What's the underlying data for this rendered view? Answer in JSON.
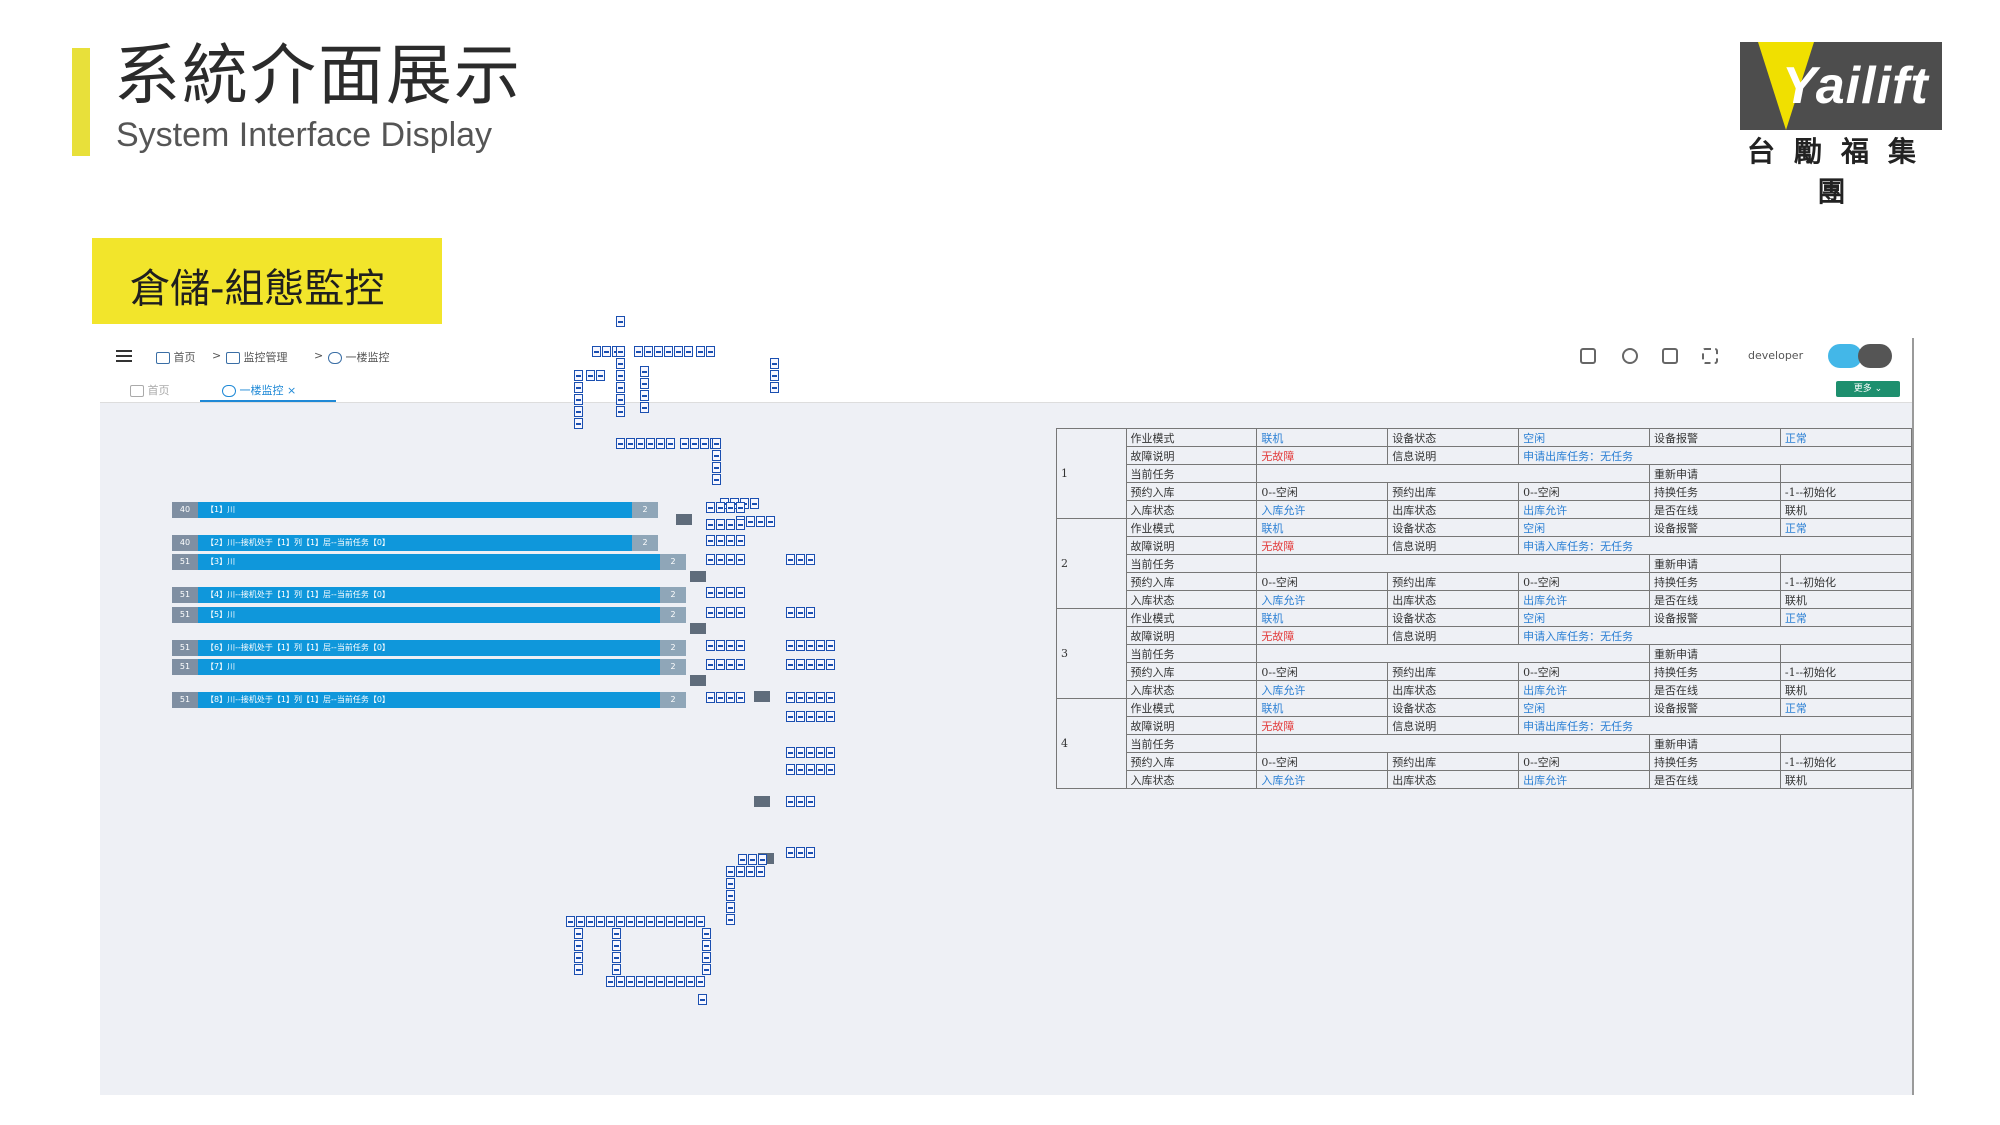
{
  "slide": {
    "title": "系統介面展示",
    "subtitle": "System Interface Display",
    "section_tag": "倉儲-組態監控",
    "logo_text": "Yailift",
    "logo_cn": "台勵福集團"
  },
  "app": {
    "breadcrumb": [
      "首页",
      "监控管理",
      "一楼监控"
    ],
    "tabs": [
      {
        "label": "首页",
        "active": false
      },
      {
        "label": "一楼监控",
        "active": true,
        "close": "×"
      }
    ],
    "user": "developer",
    "more_label": "更多 ⌄"
  },
  "monitor_bars": [
    {
      "num": "40",
      "text": "【1】川",
      "end": "2"
    },
    {
      "num": "40",
      "text": "【2】川--接机处于【1】列【1】层--当前任务【0】",
      "end": "2"
    },
    {
      "num": "51",
      "text": "【3】川",
      "end": "2"
    },
    {
      "num": "51",
      "text": "【4】川--接机处于【1】列【1】层--当前任务【0】",
      "end": "2"
    },
    {
      "num": "51",
      "text": "【5】川",
      "end": "2"
    },
    {
      "num": "51",
      "text": "【6】川--接机处于【1】列【1】层--当前任务【0】",
      "end": "2"
    },
    {
      "num": "51",
      "text": "【7】川",
      "end": "2"
    },
    {
      "num": "51",
      "text": "【8】川--接机处于【1】列【1】层--当前任务【0】",
      "end": "2"
    }
  ],
  "status_table": {
    "labels": {
      "mode": "作业模式",
      "device_state": "设备状态",
      "alarm": "设备报警",
      "fault": "故障说明",
      "info": "信息说明",
      "task": "当前任务",
      "reapply": "重新申请",
      "reserve_in": "预约入库",
      "reserve_out": "预约出库",
      "switch_task": "持换任务",
      "in_state": "入库状态",
      "out_state": "出库状态",
      "online": "是否在线"
    },
    "rows": [
      {
        "id": "1",
        "mode": "联机",
        "device_state": "空闲",
        "alarm": "正常",
        "fault": "无故障",
        "info": "申请出库任务：无任务",
        "reserve_in": "0--空闲",
        "reserve_out": "0--空闲",
        "switch_task": "-1--初始化",
        "in_state": "入库允许",
        "out_state": "出库允许",
        "online": "联机"
      },
      {
        "id": "2",
        "mode": "联机",
        "device_state": "空闲",
        "alarm": "正常",
        "fault": "无故障",
        "info": "申请入库任务：无任务",
        "reserve_in": "0--空闲",
        "reserve_out": "0--空闲",
        "switch_task": "-1--初始化",
        "in_state": "入库允许",
        "out_state": "出库允许",
        "online": "联机"
      },
      {
        "id": "3",
        "mode": "联机",
        "device_state": "空闲",
        "alarm": "正常",
        "fault": "无故障",
        "info": "申请入库任务：无任务",
        "reserve_in": "0--空闲",
        "reserve_out": "0--空闲",
        "switch_task": "-1--初始化",
        "in_state": "入库允许",
        "out_state": "出库允许",
        "online": "联机"
      },
      {
        "id": "4",
        "mode": "联机",
        "device_state": "空闲",
        "alarm": "正常",
        "fault": "无故障",
        "info": "申请出库任务：无任务",
        "reserve_in": "0--空闲",
        "reserve_out": "0--空闲",
        "switch_task": "-1--初始化",
        "in_state": "入库允许",
        "out_state": "出库允许",
        "online": "联机"
      }
    ]
  },
  "colors": {
    "accent_yellow": "#e8e03a",
    "bar_blue": "#0f97db",
    "link_blue": "#2a7fd4",
    "fault_red": "#e23b3b",
    "button_green": "#1e8f6e"
  }
}
